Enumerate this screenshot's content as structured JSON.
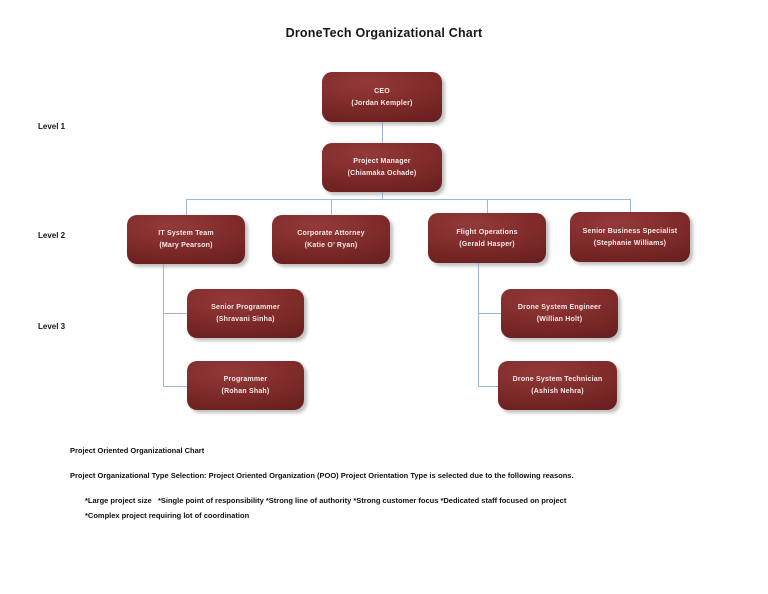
{
  "title": "DroneTech Organizational Chart",
  "levels": [
    {
      "label": "Level 1"
    },
    {
      "label": "Level 2"
    },
    {
      "label": "Level 3"
    }
  ],
  "nodes": [
    {
      "id": "ceo",
      "role": "CEO",
      "name": "(Jordan Kempler)"
    },
    {
      "id": "project-manager",
      "role": "Project Manager",
      "name": "(Chiamaka Ochade)"
    },
    {
      "id": "it-system-team",
      "role": "IT System Team",
      "name": "(Mary Pearson)"
    },
    {
      "id": "corporate-attorney",
      "role": "Corporate Attorney",
      "name": "(Katie O’ Ryan)"
    },
    {
      "id": "flight-operations",
      "role": "Flight Operations",
      "name": "(Gerald Hasper)"
    },
    {
      "id": "senior-business-specialist",
      "role": "Senior Business Specialist",
      "name": "(Stephanie Williams)"
    },
    {
      "id": "senior-programmer",
      "role": "Senior Programmer",
      "name": "(Shravani Sinha)"
    },
    {
      "id": "programmer",
      "role": "Programmer",
      "name": "(Rohan Shah)"
    },
    {
      "id": "drone-system-engineer",
      "role": "Drone System Engineer",
      "name": "(Willian Holt)"
    },
    {
      "id": "drone-system-technician",
      "role": "Drone System Technician",
      "name": "(Ashish Nehra)"
    }
  ],
  "notes": {
    "heading": "Project Oriented Organizational Chart",
    "selection": "Project Organizational Type Selection: Project Oriented Organization (POO) Project Orientation Type is selected due to the following reasons.",
    "reasons_line1": "*Large project size   *Single point of responsibility *Strong line of authority *Strong customer focus *Dedicated staff focused on project",
    "reasons_line2": "*Complex project requiring lot of coordination"
  },
  "colors": {
    "node_fill_dark": "#5c1a19",
    "node_fill_light": "#94393a",
    "connector": "#9cb8d9",
    "text_on_node": "#f5e9e9",
    "background": "#ffffff"
  }
}
